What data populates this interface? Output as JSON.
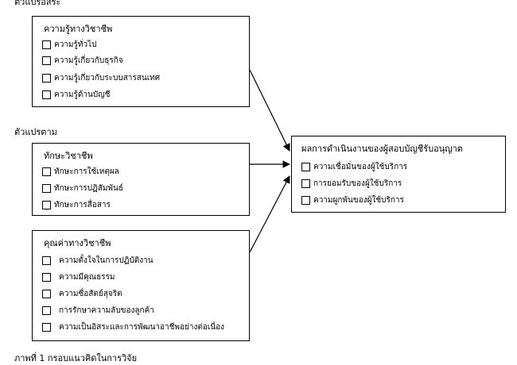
{
  "labels": {
    "independent_variable_top": "ตัวแปรอิสระ",
    "mediator_variable": "ตัวแปรตาม",
    "caption": "ภาพที่ 1 กรอบแนวคิดในการวิจัย"
  },
  "box_knowledge": {
    "title": "ความรู้ทางวิชาชีพ",
    "items": [
      "ความรู้ทั่วไป",
      "ความรู้เกี่ยวกับธุรกิจ",
      "ความรู้เกี่ยวกับระบบสารสนเทศ",
      "ความรู้ด้านบัญชี"
    ]
  },
  "box_skills": {
    "title": "ทักษะวิชาชีพ",
    "items": [
      "ทักษะการใช้เหตุผล",
      "ทักษะการปฏิสัมพันธ์",
      "ทักษะการสื่อสาร"
    ]
  },
  "box_values": {
    "title": "คุณค่าทางวิชาชีพ",
    "items": [
      "ความตั้งใจในการปฏิบัติงาน",
      "ความมีคุณธรรม",
      "ความซื่อสัตย์สุจริต",
      "การรักษาความลับของลูกค้า",
      "ความเป็นอิสระและการพัฒนาอาชีพอย่างต่อเนื่อง"
    ]
  },
  "box_outcome": {
    "title": "ผลการดำเนินงานของผู้สอบบัญชีรับอนุญาต",
    "items": [
      "ความเชื่อมั่นของผู้ใช้บริการ",
      "การยอมรับของผู้ใช้บริการ",
      "ความผูกพันของผู้ใช้บริการ"
    ]
  }
}
